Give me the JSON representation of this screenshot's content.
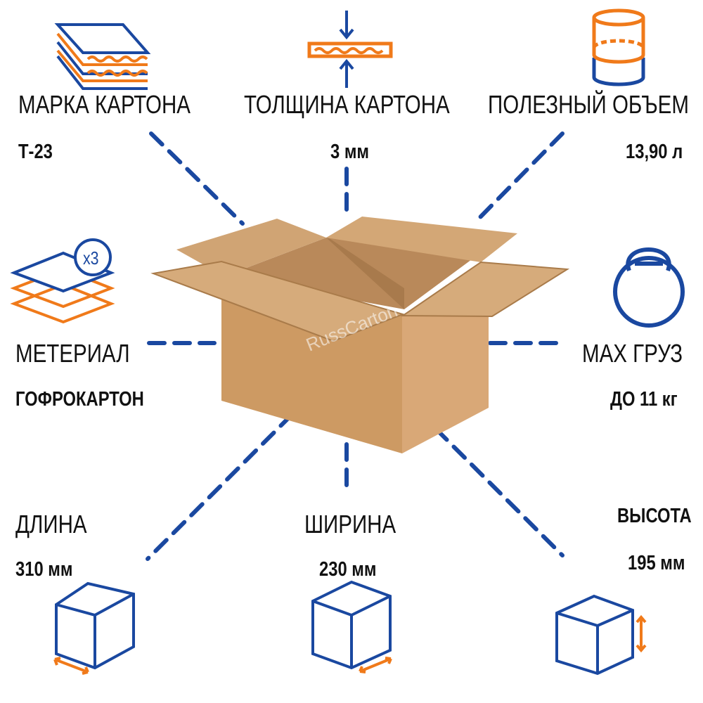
{
  "specs": {
    "grade": {
      "label": "МАРКА КАРТОНА",
      "value": "Т-23",
      "icon": "corrugated-layers-icon"
    },
    "thickness": {
      "label": "ТОЛЩИНА КАРТОНА",
      "value": "3 мм",
      "icon": "thickness-arrows-icon"
    },
    "volume": {
      "label": "ПОЛЕЗНЫЙ ОБЪЕМ",
      "value": "13,90 л",
      "icon": "cylinder-volume-icon"
    },
    "material": {
      "label": "МЕТЕРИАЛ",
      "value": "ГОФРОКАРТОН",
      "icon": "layers-x3-icon",
      "badge": "x3"
    },
    "max_load": {
      "label": "MAX ГРУЗ",
      "value": "ДО 11 кг",
      "icon": "kettlebell-icon"
    },
    "length": {
      "label": "ДЛИНА",
      "value": "310 мм",
      "icon": "cube-length-icon"
    },
    "width": {
      "label": "ШИРИНА",
      "value": "230 мм",
      "icon": "cube-width-icon"
    },
    "height": {
      "label": "ВЫСОТА",
      "value": "195 мм",
      "icon": "cube-height-icon"
    }
  },
  "watermark": "RussCarton",
  "colors": {
    "blue": "#1a3f9c",
    "orange": "#f07a1a",
    "cardboard": "#d4a06a"
  }
}
